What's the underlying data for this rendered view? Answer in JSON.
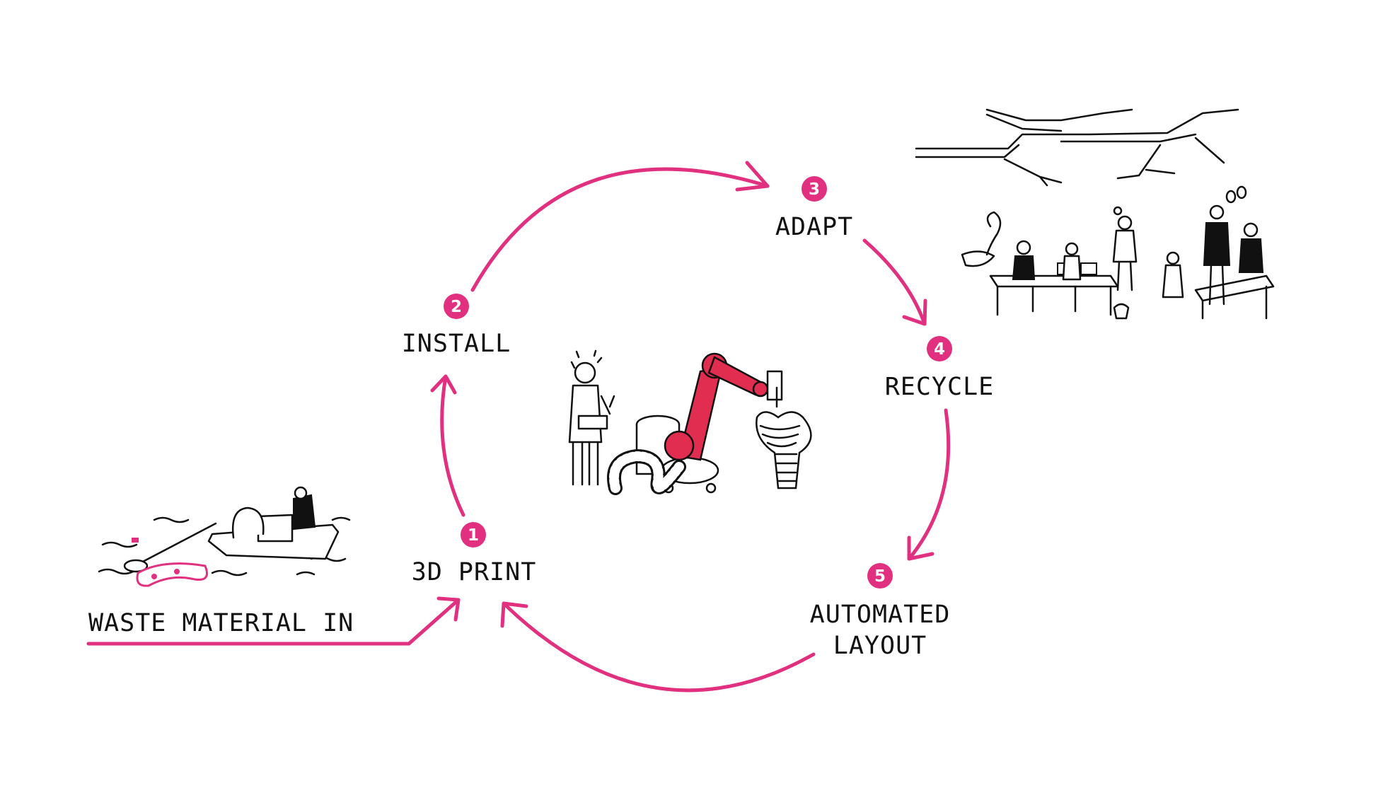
{
  "colors": {
    "accent": "#e0307f",
    "ink": "#111111",
    "robot": "#e12d4f",
    "background": "#ffffff"
  },
  "input_label": "WASTE MATERIAL IN",
  "steps": [
    {
      "number": "1",
      "label": "3D PRINT"
    },
    {
      "number": "2",
      "label": "INSTALL"
    },
    {
      "number": "3",
      "label": "ADAPT"
    },
    {
      "number": "4",
      "label": "RECYCLE"
    },
    {
      "number": "5",
      "label_line1": "AUTOMATED",
      "label_line2": "LAYOUT"
    }
  ],
  "illustrations": [
    "boat-collecting-waste-illustration",
    "robot-arm-3d-printer-illustration",
    "people-under-printed-structure-illustration"
  ]
}
